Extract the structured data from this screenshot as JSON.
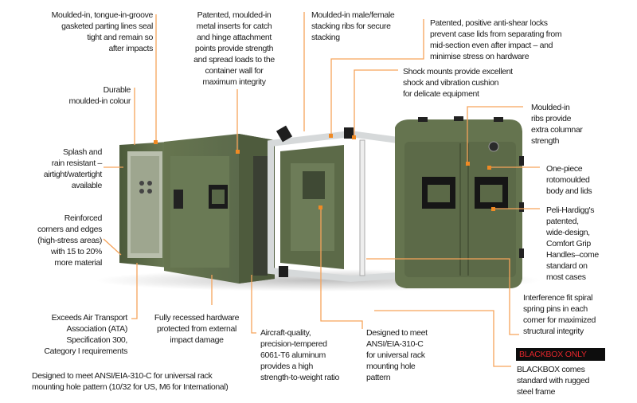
{
  "colors": {
    "leader": "#f6a35a",
    "case_green": "#5f6e4a",
    "case_dark": "#3e4a30",
    "frame": "#d9dcdc",
    "badge_bg": "#0d0d0d",
    "badge_text": "#e0262b"
  },
  "callouts": {
    "gasket": [
      "Moulded-in, tongue-in-groove",
      "gasketed parting lines seal",
      "tight and remain so",
      "after impacts"
    ],
    "colour": [
      "Durable",
      "moulded-in colour"
    ],
    "inserts": [
      "Patented, moulded-in",
      "metal inserts for catch",
      "and hinge attachment",
      "points provide strength",
      "and spread loads to the",
      "container wall for",
      "maximum integrity"
    ],
    "stacking": [
      "Moulded-in male/female",
      "stacking ribs for secure",
      "stacking"
    ],
    "antishear": [
      "Patented, positive anti-shear locks",
      "prevent case lids from separating from",
      "mid-section even after impact – and",
      "minimise stress on hardware"
    ],
    "shock": [
      "Shock mounts provide excellent",
      "shock and vibration cushion",
      "for delicate equipment"
    ],
    "ribs": [
      "Moulded-in",
      "ribs provide",
      "extra columnar",
      "strength"
    ],
    "splash": [
      "Splash and",
      "rain resistant –",
      "airtight/watertight",
      "available"
    ],
    "onepiece": [
      "One-piece",
      "rotomoulded",
      "body and lids"
    ],
    "reinforced": [
      "Reinforced",
      "corners and edges",
      "(high-stress areas)",
      "with 15 to 20%",
      "more material"
    ],
    "handles": [
      "Peli-Hardigg's",
      "patented,",
      "wide-design,",
      "Comfort Grip",
      "Handles–come",
      "standard on",
      "most cases"
    ],
    "pins": [
      "Interference fit spiral",
      "spring pins in each",
      "corner for maximized",
      "structural integrity"
    ],
    "ata": [
      "Exceeds Air Transport",
      "Association (ATA)",
      "Specification 300,",
      "Category I requirements"
    ],
    "recessed": [
      "Fully recessed hardware",
      "protected from external",
      "impact damage"
    ],
    "aluminum": [
      "Aircraft-quality,",
      "precision-tempered",
      "6061-T6 aluminum",
      "provides a high",
      "strength-to-weight ratio"
    ],
    "ansi_short": [
      "Designed to meet",
      "ANSI/EIA-310-C",
      "for universal rack",
      "mounting hole",
      "pattern"
    ],
    "blackbox_badge": "BLACKBOX ONLY",
    "blackbox": [
      "BLACKBOX comes",
      "standard with rugged",
      "steel frame"
    ],
    "ansi_long": [
      "Designed to meet ANSI/EIA-310-C for universal rack",
      "mounting hole pattern (10/32 for US, M6 for International)"
    ]
  }
}
